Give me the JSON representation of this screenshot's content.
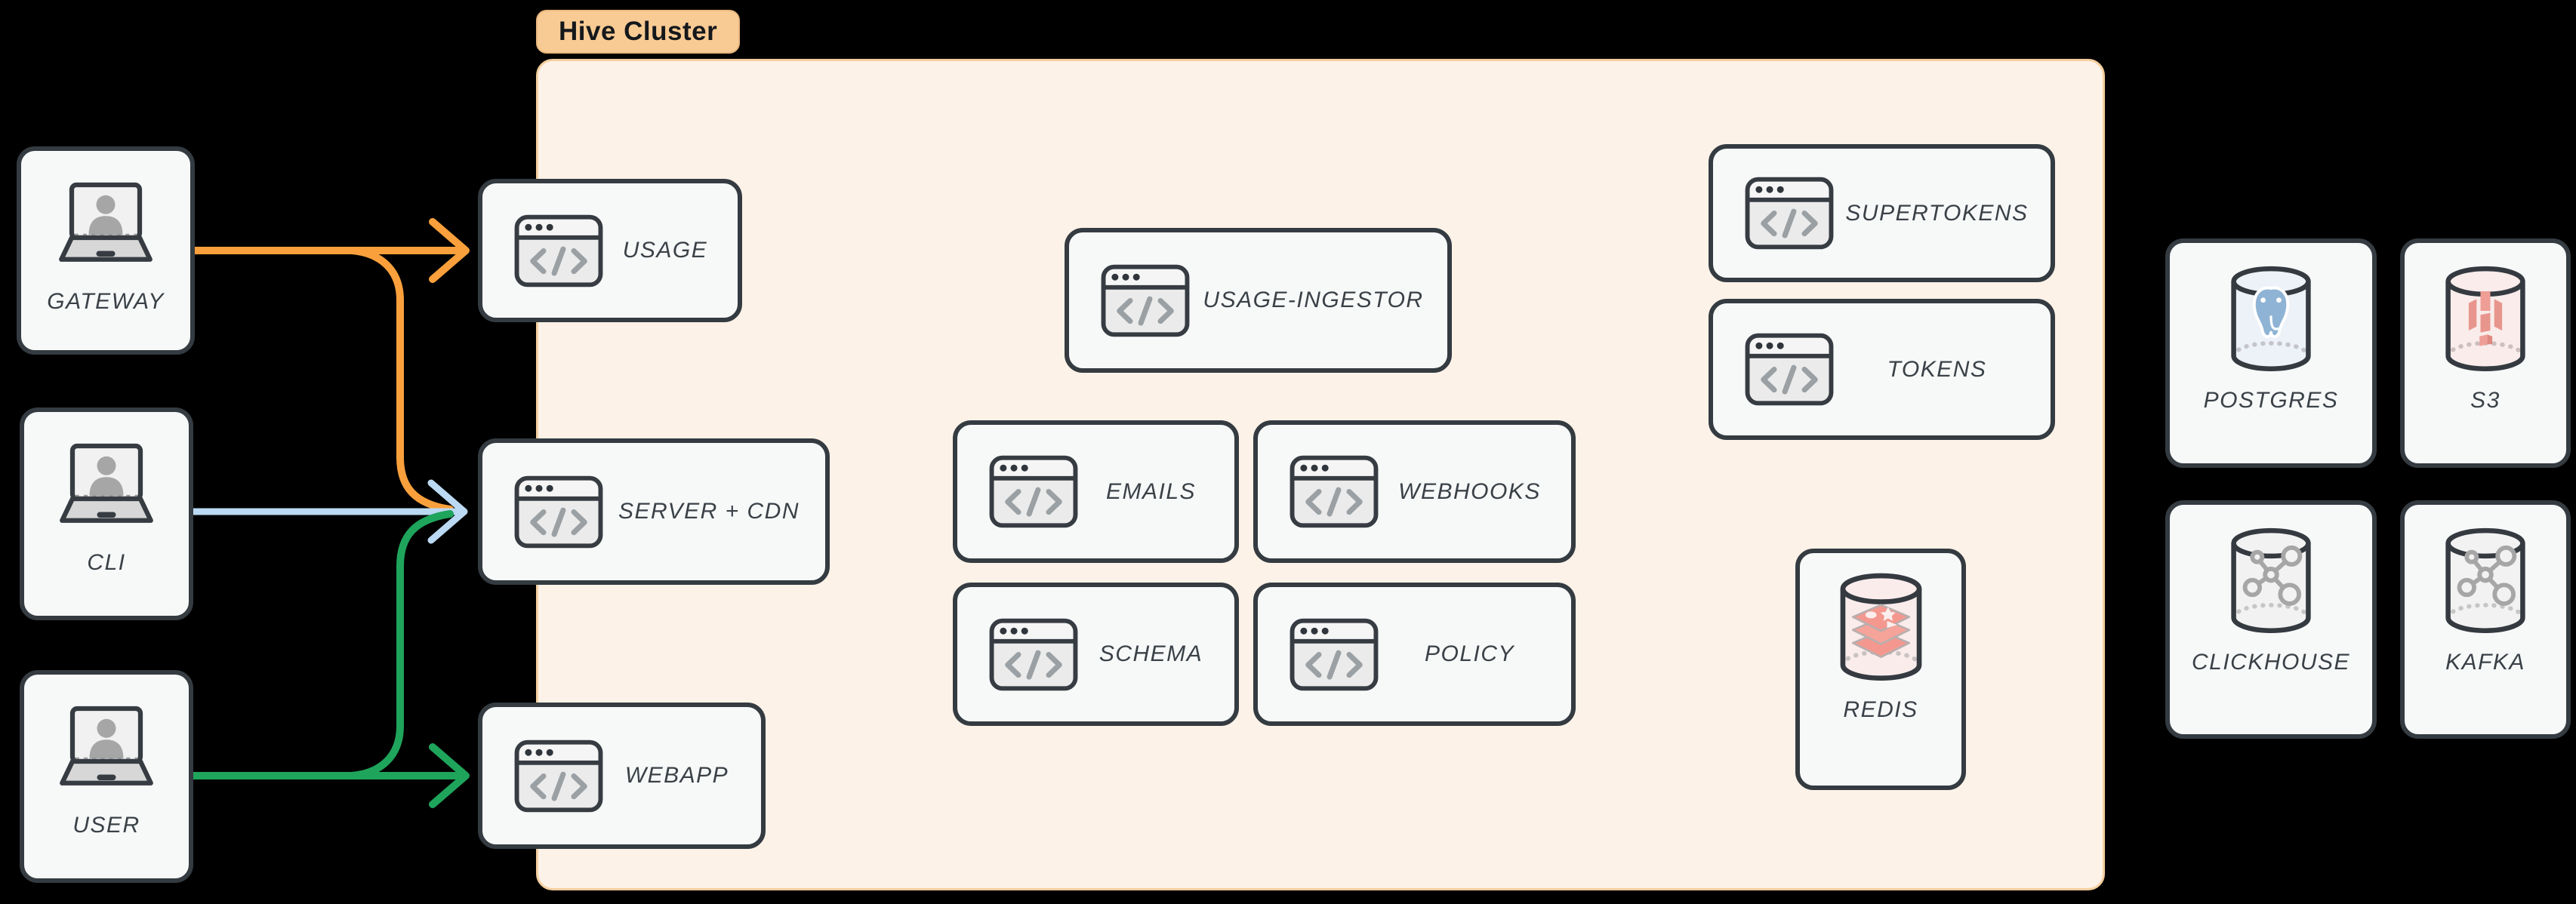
{
  "cluster": {
    "label": "Hive Cluster"
  },
  "nodes": {
    "gateway": {
      "label": "GATEWAY",
      "icon": "laptop-user-icon",
      "group": "clients"
    },
    "cli": {
      "label": "CLI",
      "icon": "laptop-user-icon",
      "group": "clients"
    },
    "user": {
      "label": "USER",
      "icon": "laptop-user-icon",
      "group": "clients"
    },
    "usage": {
      "label": "USAGE",
      "icon": "code-window-icon",
      "group": "hive-cluster"
    },
    "server_cdn": {
      "label": "SERVER + CDN",
      "icon": "code-window-icon",
      "group": "hive-cluster"
    },
    "webapp": {
      "label": "WEBAPP",
      "icon": "code-window-icon",
      "group": "hive-cluster"
    },
    "usage_ingestor": {
      "label": "USAGE-INGESTOR",
      "icon": "code-window-icon",
      "group": "hive-cluster"
    },
    "emails": {
      "label": "EMAILS",
      "icon": "code-window-icon",
      "group": "hive-cluster"
    },
    "webhooks": {
      "label": "WEBHOOKS",
      "icon": "code-window-icon",
      "group": "hive-cluster"
    },
    "schema": {
      "label": "SCHEMA",
      "icon": "code-window-icon",
      "group": "hive-cluster"
    },
    "policy": {
      "label": "POLICY",
      "icon": "code-window-icon",
      "group": "hive-cluster"
    },
    "supertokens": {
      "label": "SUPERTOKENS",
      "icon": "code-window-icon",
      "group": "hive-cluster"
    },
    "tokens": {
      "label": "TOKENS",
      "icon": "code-window-icon",
      "group": "hive-cluster"
    },
    "redis": {
      "label": "REDIS",
      "icon": "database-cylinder-redis-icon",
      "group": "hive-cluster"
    },
    "postgres": {
      "label": "POSTGRES",
      "icon": "database-cylinder-postgres-icon",
      "group": "datastores"
    },
    "s3": {
      "label": "S3",
      "icon": "database-cylinder-s3-icon",
      "group": "datastores"
    },
    "clickhouse": {
      "label": "CLICKHOUSE",
      "icon": "database-cylinder-network-icon",
      "group": "datastores"
    },
    "kafka": {
      "label": "KAFKA",
      "icon": "database-cylinder-network-icon",
      "group": "datastores"
    }
  },
  "edges": [
    {
      "from": "gateway",
      "to": "usage",
      "color": "#F9A03C"
    },
    {
      "from": "gateway",
      "to": "server_cdn",
      "color": "#F9A03C"
    },
    {
      "from": "cli",
      "to": "server_cdn",
      "color": "#BBD9F2"
    },
    {
      "from": "user",
      "to": "server_cdn",
      "color": "#1FA45C"
    },
    {
      "from": "user",
      "to": "webapp",
      "color": "#1FA45C"
    }
  ],
  "colors": {
    "background": "#000000",
    "cluster_fill": "#FDF2E8",
    "cluster_border": "#F4CF9F",
    "cluster_label_bg": "#F8CB94",
    "node_fill": "#F7F9F9",
    "node_border": "#343B41",
    "label_text": "#3A4147",
    "edge_orange": "#F9A03C",
    "edge_blue": "#BBD9F2",
    "edge_green": "#1FA45C"
  }
}
